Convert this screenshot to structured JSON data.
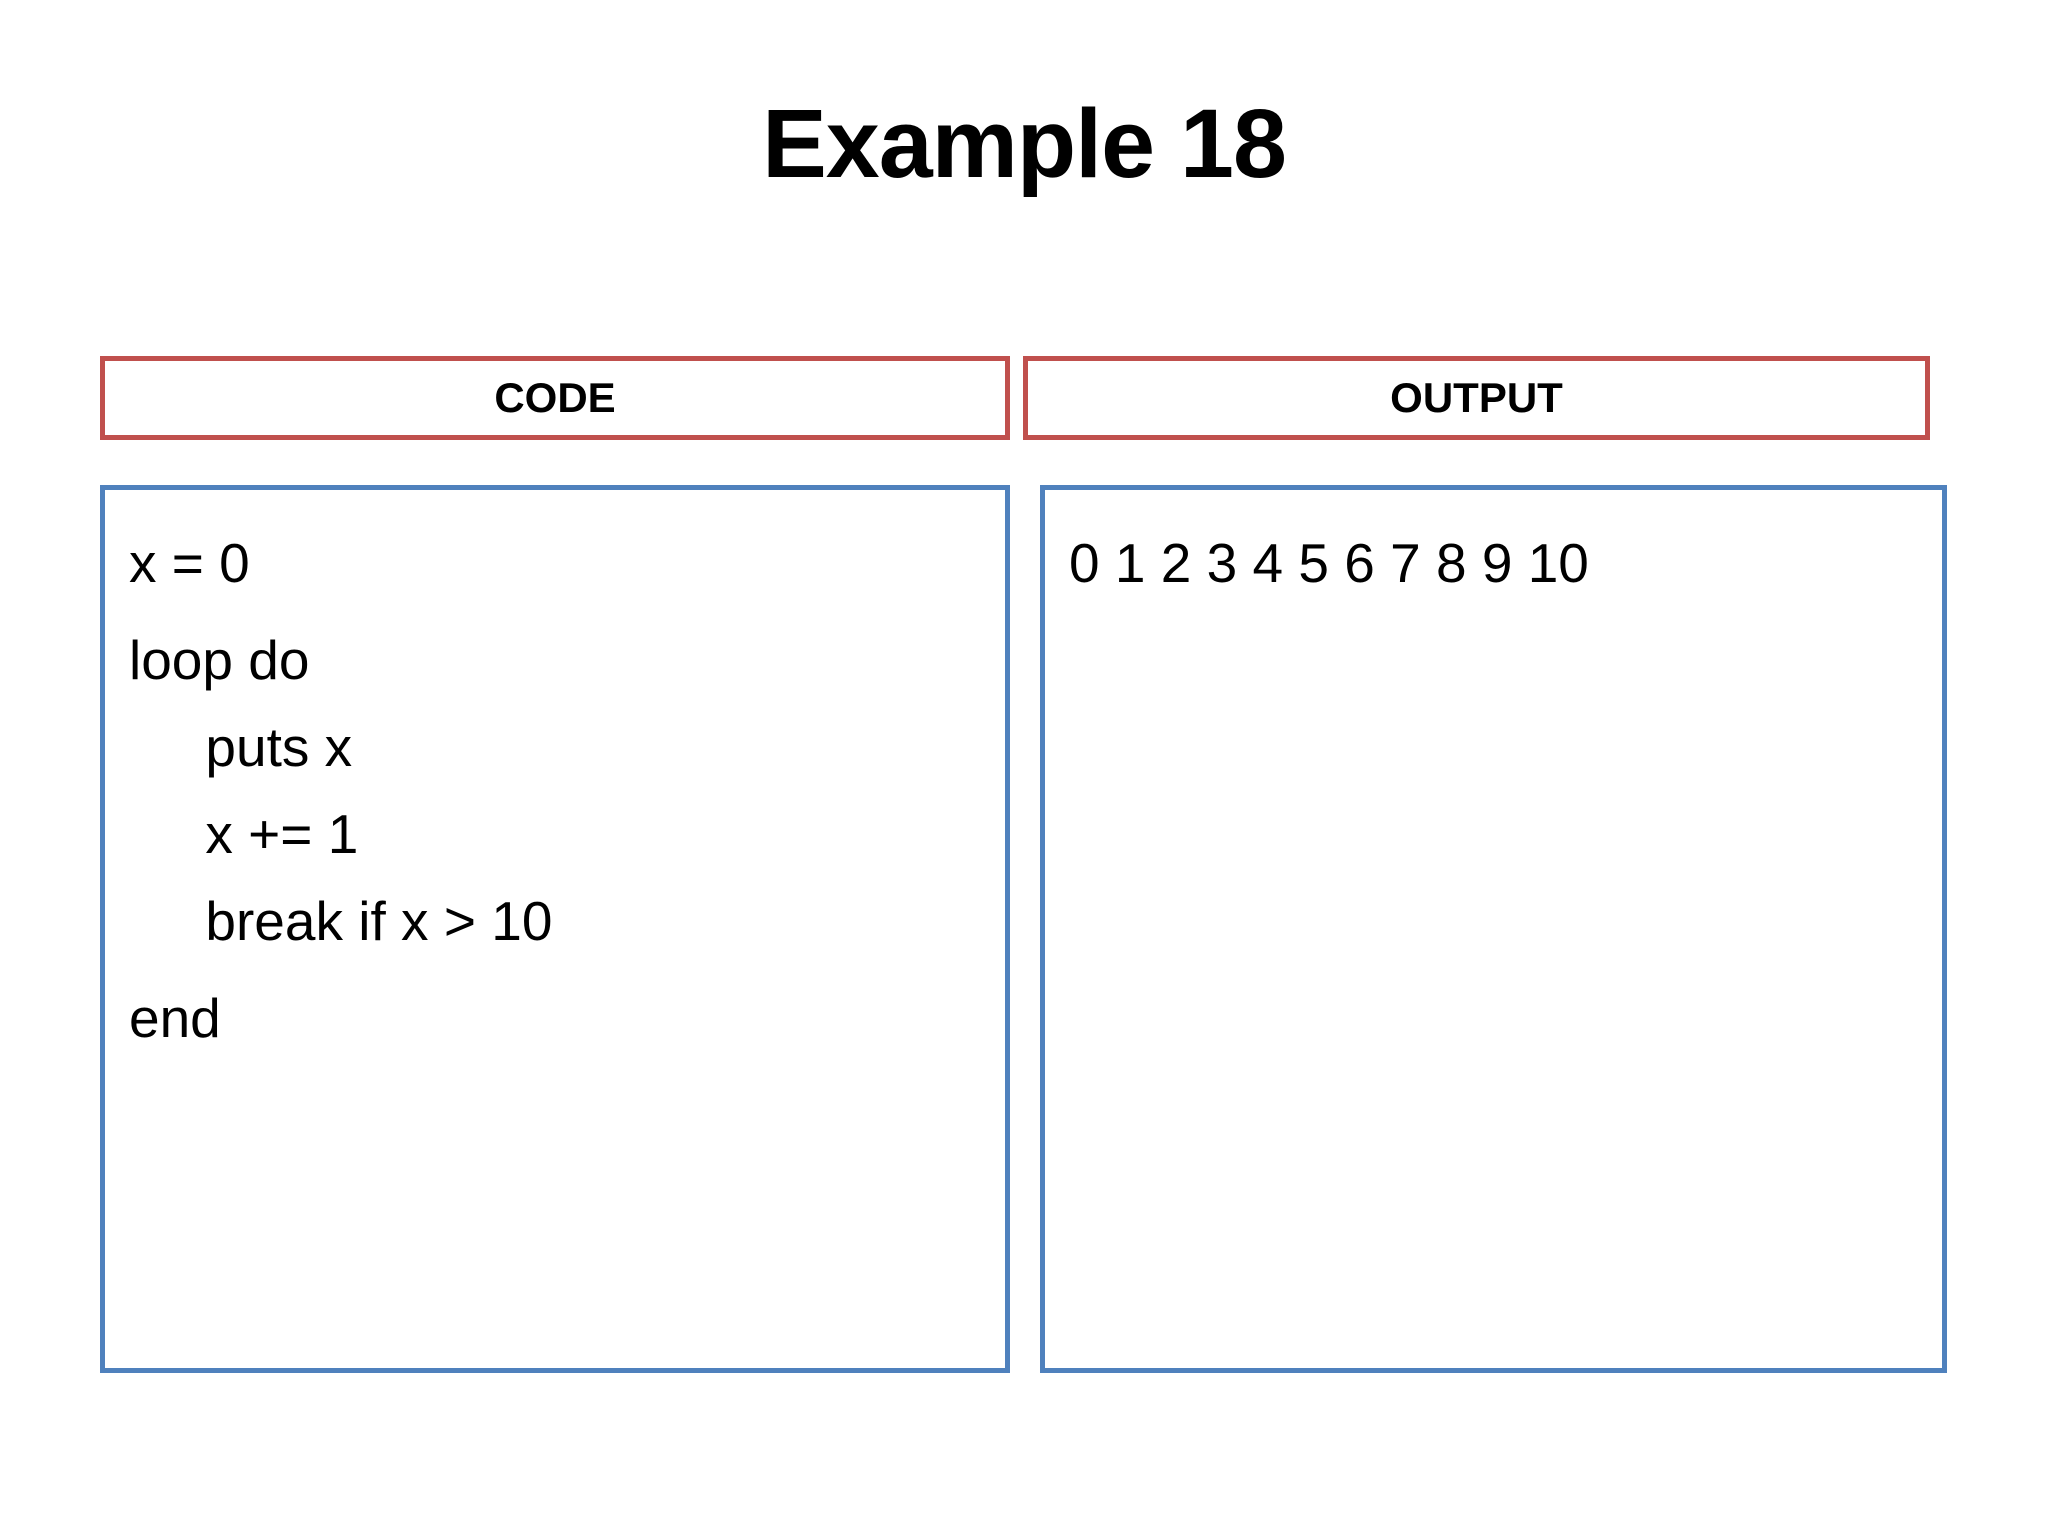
{
  "slide": {
    "title": "Example 18"
  },
  "panels": {
    "code": {
      "header": "CODE",
      "lines": [
        "x = 0",
        "loop do",
        "     puts x",
        "     x += 1",
        "     break if x > 10",
        "end"
      ]
    },
    "output": {
      "header": "OUTPUT",
      "lines": [
        "0 1 2 3 4 5 6 7 8 9 10"
      ]
    }
  },
  "colors": {
    "header_border": "#c0504d",
    "panel_border": "#4f81bd",
    "text": "#000000",
    "background": "#ffffff"
  }
}
